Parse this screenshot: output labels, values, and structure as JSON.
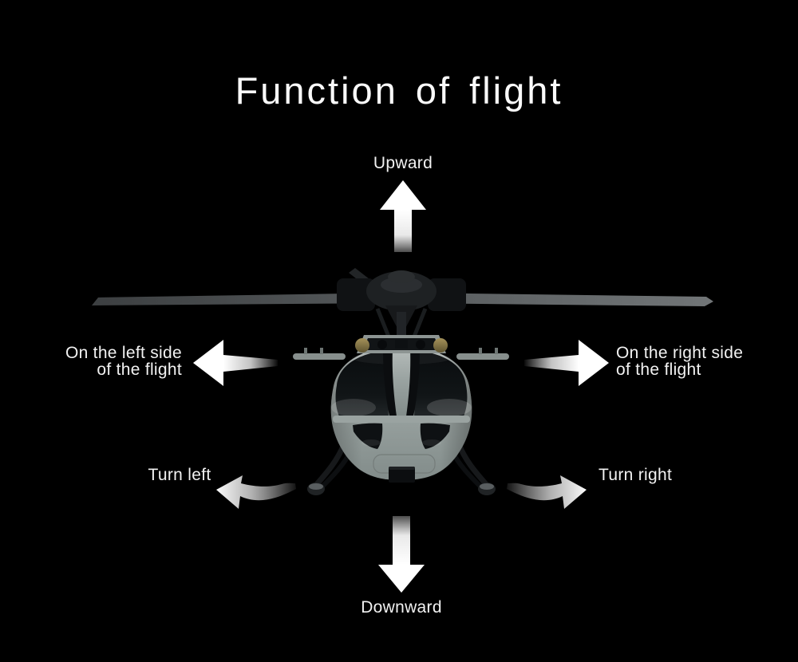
{
  "page": {
    "title": "Function of flight",
    "background_color": "#000000",
    "text_color": "#f2f2f2",
    "arrow_color": "#ffffff"
  },
  "labels": {
    "upward": "Upward",
    "downward": "Downward",
    "left_side_line1": "On the left side",
    "left_side_line2": "of the flight",
    "right_side_line1": "On the right side",
    "right_side_line2": "of the flight",
    "turn_left": "Turn left",
    "turn_right": "Turn right"
  },
  "illustration": {
    "name": "helicopter-front-view",
    "body_color": "#a0a9a7",
    "canopy_color": "#101316",
    "rotor_blade_color": "#565a5c",
    "rotor_hub_color": "#1b1e20",
    "skid_color": "#141618",
    "beacon_color": "#93814d"
  }
}
